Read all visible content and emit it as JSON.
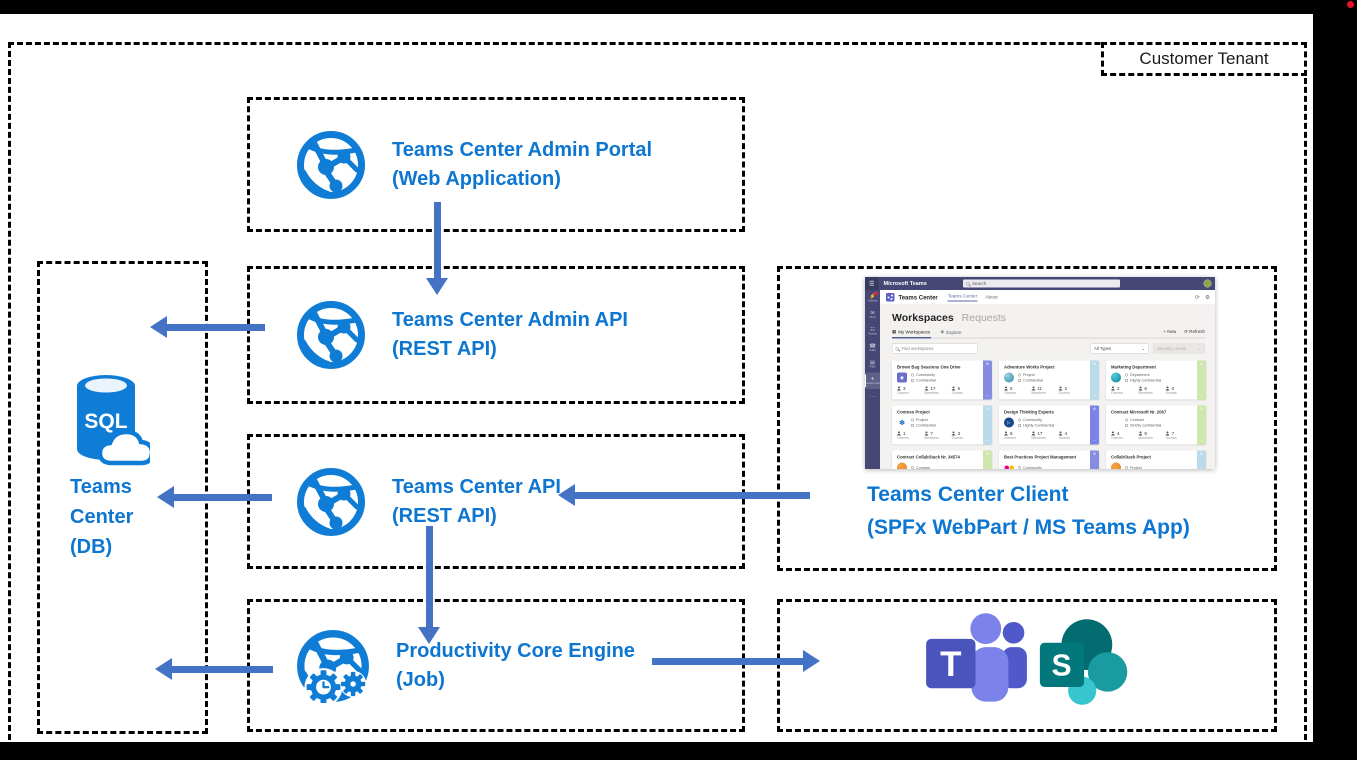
{
  "frame": {
    "tenant_label": "Customer Tenant"
  },
  "colors": {
    "diagram_text_blue": "#0d76d1",
    "icon_blue": "#0f7cd6",
    "arrow_blue": "#4472c4",
    "teams_dark": "#464775",
    "teams_purple": "#6264a7",
    "strip_purple": "#868ce0",
    "strip_pale_blue": "#badbe9",
    "strip_pale_green": "#cfe6ae"
  },
  "nodes": {
    "admin_portal": {
      "title": "Teams Center Admin Portal",
      "subtitle": "(Web Application)"
    },
    "admin_api": {
      "title": "Teams Center Admin API",
      "subtitle": "(REST API)"
    },
    "api": {
      "title": "Teams Center API",
      "subtitle": "(REST API)"
    },
    "engine": {
      "title": "Productivity Core Engine",
      "subtitle": "(Job)"
    },
    "db": {
      "lines": [
        "Teams",
        "Center",
        "(DB)"
      ],
      "icon_text": "SQL"
    },
    "client": {
      "title": "Teams Center Client",
      "subtitle": "(SPFx WebPart / MS Teams App)"
    }
  },
  "ms_icons": {
    "teams_letter": "T",
    "sharepoint_letter": "S"
  },
  "icons": {
    "menu": "☰",
    "refresh": "⟳",
    "settings": "⚙",
    "plus": "+",
    "chevron": "⌄",
    "ws_tab1": "▦",
    "ws_tab2": "❖",
    "strip_gear": "⚙",
    "strip_share": "⊕",
    "strip_more": "⋯"
  },
  "mockup": {
    "titlebar": {
      "app_name": "Microsoft Teams",
      "search_placeholder": "Search"
    },
    "rail": [
      {
        "icon": "⚡",
        "label": "Activity"
      },
      {
        "icon": "✉",
        "label": "Chat"
      },
      {
        "icon": "☷",
        "label": "Teams"
      },
      {
        "icon": "☎",
        "label": "Calls"
      },
      {
        "icon": "▤",
        "label": "Files"
      },
      {
        "icon": "✦",
        "label": "Teams Cen"
      },
      {
        "icon": "⋯",
        "label": ""
      }
    ],
    "appbar": {
      "app_title": "Teams Center",
      "tabs": [
        "Teams Center",
        "About"
      ]
    },
    "content": {
      "heading": "Workspaces",
      "heading2": "Requests",
      "tab1": "My Workspaces",
      "tab2": "Explore",
      "action_new": "New",
      "action_refresh": "Refresh",
      "search_placeholder": "Find workspaces",
      "filter1": "All Types",
      "filter2": "Security Levels",
      "stats_labels": {
        "owners": "Owners",
        "members": "Members",
        "guests": "Guests"
      },
      "cards": [
        {
          "title": "Brown Bag Sessions One Drive",
          "tag1": "Community",
          "tag2": "Confidential",
          "owners": "3",
          "members": "17",
          "guests": "6",
          "strip_style": "background:#868ce0"
        },
        {
          "title": "Adventure Works Project",
          "tag1": "Project",
          "tag2": "Confidential",
          "owners": "5",
          "members": "11",
          "guests": "2",
          "strip_style": "background:#badbe9"
        },
        {
          "title": "Marketing Department",
          "tag1": "Department",
          "tag2": "Highly Confidential",
          "owners": "2",
          "members": "6",
          "guests": "0",
          "strip_style": "background:#cfe6ae"
        },
        {
          "title": "Contoso Project",
          "tag1": "Project",
          "tag2": "Confidential",
          "owners": "1",
          "members": "7",
          "guests": "3",
          "strip_style": "background:#badbe9"
        },
        {
          "title": "Design Thinking Experts",
          "tag1": "Community",
          "tag2": "Highly Confidential",
          "owners": "8",
          "members": "17",
          "guests": "4",
          "strip_style": "background:#7b83eb"
        },
        {
          "title": "Contract Microsoft Nr. 2067",
          "tag1": "Contract",
          "tag2": "Strictly confidential",
          "owners": "4",
          "members": "9",
          "guests": "7",
          "strip_style": "background:#cfe6ae"
        },
        {
          "title": "Contract CollabStack Nr. 34574",
          "tag1": "Contract",
          "strip_style": "background:#cfe6ae"
        },
        {
          "title": "Best Practices Project Management",
          "tag1": "Community",
          "strip_style": "background:#868ce0"
        },
        {
          "title": "CollabStack Project",
          "tag1": "Project",
          "strip_style": "background:#badbe9"
        }
      ]
    }
  }
}
